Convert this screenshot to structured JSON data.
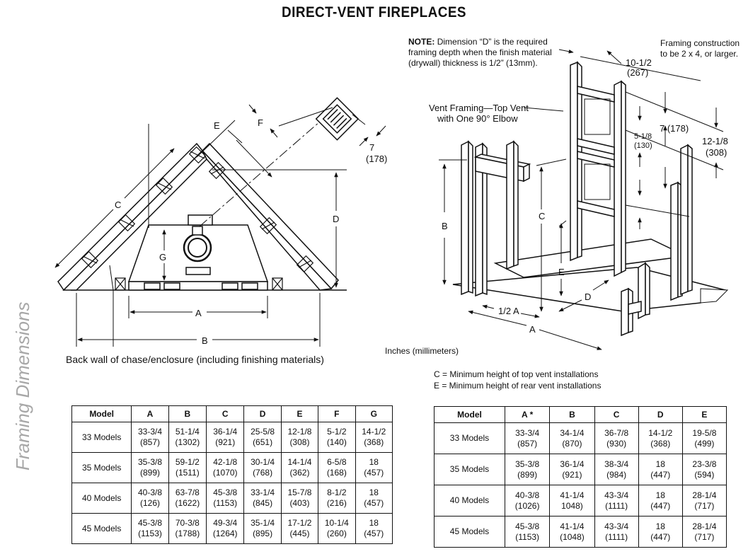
{
  "title": "DIRECT-VENT FIREPLACES",
  "side_title": "Framing Dimensions",
  "note": {
    "label": "NOTE:",
    "text": "Dimension “D” is the required framing depth when the finish material (drywall) thickness is 1/2” (13mm)."
  },
  "framing_note": "Framing construction to be 2 x 4, or larger.",
  "units": "Inches (millimeters)",
  "legend": {
    "c_line": "C = Minimum height of top vent installations",
    "e_line": "E = Minimum height of rear vent installations"
  },
  "left_diagram": {
    "caption": "Back wall of chase/enclosure (including finishing materials)",
    "labels": {
      "a": "A",
      "b": "B",
      "c": "C",
      "d": "D",
      "e": "E",
      "f": "F",
      "g": "G",
      "vent_dim": "7",
      "vent_dim_mm": "(178)"
    }
  },
  "right_diagram": {
    "vent_framing_line1": "Vent Framing—Top Vent",
    "vent_framing_line2": "with One 90° Elbow",
    "labels": {
      "a": "A",
      "half_a": "1/2 A",
      "b": "B",
      "c": "C",
      "d": "D",
      "e": "E",
      "dim_10": "10-1/2",
      "dim_10_mm": "(267)",
      "dim_5": "5-1/8",
      "dim_5_mm": "(130)",
      "dim_7": "7 (178)",
      "dim_12": "12-1/8",
      "dim_12_mm": "(308)"
    }
  },
  "table1": {
    "headers": [
      "Model",
      "A",
      "B",
      "C",
      "D",
      "E",
      "F",
      "G"
    ],
    "rows": [
      [
        "33 Models",
        [
          "33-3/4",
          "(857)"
        ],
        [
          "51-1/4",
          "(1302)"
        ],
        [
          "36-1/4",
          "(921)"
        ],
        [
          "25-5/8",
          "(651)"
        ],
        [
          "12-1/8",
          "(308)"
        ],
        [
          "5-1/2",
          "(140)"
        ],
        [
          "14-1/2",
          "(368)"
        ]
      ],
      [
        "35 Models",
        [
          "35-3/8",
          "(899)"
        ],
        [
          "59-1/2",
          "(1511)"
        ],
        [
          "42-1/8",
          "(1070)"
        ],
        [
          "30-1/4",
          "(768)"
        ],
        [
          "14-1/4",
          "(362)"
        ],
        [
          "6-5/8",
          "(168)"
        ],
        [
          "18",
          "(457)"
        ]
      ],
      [
        "40 Models",
        [
          "40-3/8",
          "(126)"
        ],
        [
          "63-7/8",
          "(1622)"
        ],
        [
          "45-3/8",
          "(1153)"
        ],
        [
          "33-1/4",
          "(845)"
        ],
        [
          "15-7/8",
          "(403)"
        ],
        [
          "8-1/2",
          "(216)"
        ],
        [
          "18",
          "(457)"
        ]
      ],
      [
        "45 Models",
        [
          "45-3/8",
          "(1153)"
        ],
        [
          "70-3/8",
          "(1788)"
        ],
        [
          "49-3/4",
          "(1264)"
        ],
        [
          "35-1/4",
          "(895)"
        ],
        [
          "17-1/2",
          "(445)"
        ],
        [
          "10-1/4",
          "(260)"
        ],
        [
          "18",
          "(457)"
        ]
      ]
    ]
  },
  "table2": {
    "headers": [
      "Model",
      "A *",
      "B",
      "C",
      "D",
      "E"
    ],
    "rows": [
      [
        "33 Models",
        [
          "33-3/4",
          "(857)"
        ],
        [
          "34-1/4",
          "(870)"
        ],
        [
          "36-7/8",
          "(930)"
        ],
        [
          "14-1/2",
          "(368)"
        ],
        [
          "19-5/8",
          "(499)"
        ]
      ],
      [
        "35 Models",
        [
          "35-3/8",
          "(899)"
        ],
        [
          "36-1/4",
          "(921)"
        ],
        [
          "38-3/4",
          "(984)"
        ],
        [
          "18",
          "(447)"
        ],
        [
          "23-3/8",
          "(594)"
        ]
      ],
      [
        "40 Models",
        [
          "40-3/8",
          "(1026)"
        ],
        [
          "41-1/4",
          "1048)"
        ],
        [
          "43-3/4",
          "(1111)"
        ],
        [
          "18",
          "(447)"
        ],
        [
          "28-1/4",
          "(717)"
        ]
      ],
      [
        "45 Models",
        [
          "45-3/8",
          "(1153)"
        ],
        [
          "41-1/4",
          "(1048)"
        ],
        [
          "43-3/4",
          "(1111)"
        ],
        [
          "18",
          "(447)"
        ],
        [
          "28-1/4",
          "(717)"
        ]
      ]
    ]
  }
}
